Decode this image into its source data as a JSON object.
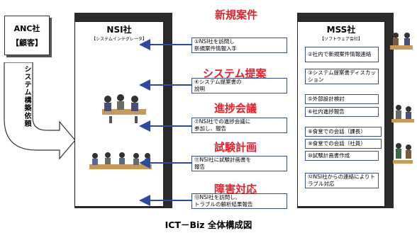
{
  "anc": {
    "name": "ANC社",
    "role": "【顧客】"
  },
  "anc_arrow_text": "システム構築依頼",
  "nsi": {
    "title": "NSI社",
    "subtitle": "【システムインテグレータ】"
  },
  "mss": {
    "title": "MSS社",
    "subtitle": "【ソフトウェア会社】"
  },
  "phases": {
    "p1": "新規案件",
    "p2": "システム提案",
    "p3": "進捗会議",
    "p4": "試験計画",
    "p5": "障害対応"
  },
  "messages": {
    "m1a": "①NSI社を訪問し",
    "m1b": "新規案件情報入手",
    "m4a": "④システム提案書の",
    "m4b": "説明",
    "m7a": "⑦NSI社での進捗会議に",
    "m7b": "参加し、報告",
    "m11a": "⑪NSI社に試験計画書を",
    "m11b": "報告",
    "m13a": "⑬NSI社を訪問し、",
    "m13b": "トラブルの解析結果報告"
  },
  "mss_items": {
    "i2a": "②社内で新規案件",
    "i2b": "情報連絡",
    "i3a": "③システム提案書",
    "i3b": "ディスカッション",
    "i5": "⑤外部設計検討",
    "i6": "⑥社内進捗報告",
    "i8": "⑧食堂での会話（課長）",
    "i9": "⑨食堂での会話（社員）",
    "i10": "⑩試験計画書作成",
    "i12a": "⑫NSI社からの連絡に",
    "i12b": "よりトラブル対応"
  },
  "caption": "ICT－Biz 全体構成図",
  "colors": {
    "phase": "#e4202a",
    "arrow": "#2b4c9e",
    "column": "#2b2b2b"
  }
}
